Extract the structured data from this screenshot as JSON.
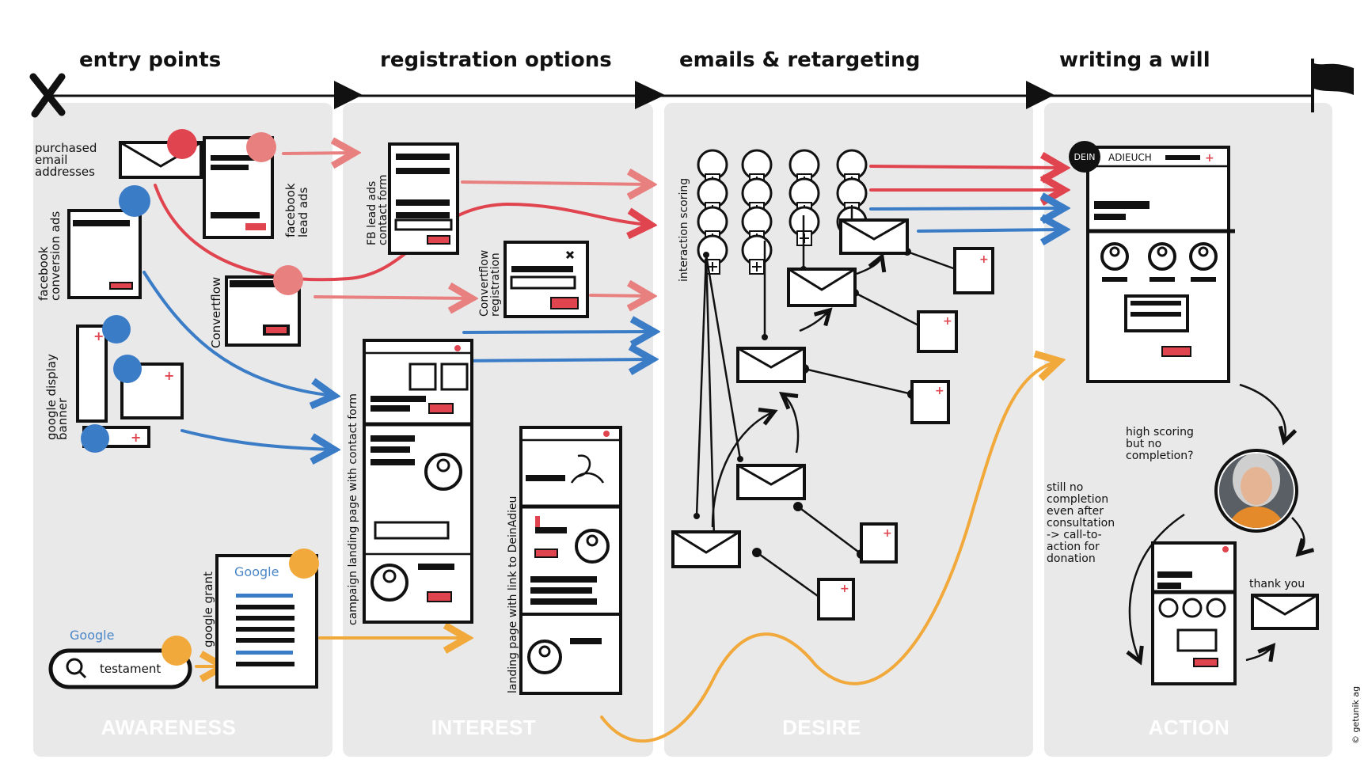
{
  "colors": {
    "red": "#e0454f",
    "salmon": "#e88080",
    "blue": "#3b7cc7",
    "orange": "#f2a93b",
    "panel": "#e9e9ea",
    "ink": "#111111"
  },
  "phases": [
    {
      "title": "entry points",
      "name": "AWARENESS"
    },
    {
      "title": "registration options",
      "name": "INTEREST"
    },
    {
      "title": "emails & retargeting",
      "name": "DESIRE"
    },
    {
      "title": "writing a will",
      "name": "ACTION"
    }
  ],
  "awareness": {
    "purchased": [
      "purchased",
      "email",
      "addresses"
    ],
    "fb_lead": [
      "facebook",
      "lead ads"
    ],
    "fb_conv": [
      "facebook",
      "conversion ads"
    ],
    "convertflow": "Convertflow",
    "google_display": [
      "google display",
      "banner"
    ],
    "google_grant": "google grant",
    "google_logo": "Google",
    "search_query": "testament"
  },
  "interest": {
    "fb_lead_form": [
      "FB lead ads",
      "contact form"
    ],
    "convertflow_reg": [
      "Convertflow",
      "registration"
    ],
    "campaign_landing": "campaign landing page with contact form",
    "landing_link": "landing page with link to DeinAdieu"
  },
  "desire": {
    "scoring_label": "interaction scoring"
  },
  "action": {
    "brand_badge": "DEIN",
    "brand_name": "ADIEUCH",
    "high_scoring": [
      "high scoring",
      "but no",
      "completion?"
    ],
    "still_no": [
      "still no",
      "completion",
      "even after",
      "consultation",
      "-> call-to-",
      "action for",
      "donation"
    ],
    "thank_you": "thank you"
  },
  "copyright": "© getunik ag",
  "icons": [
    "start-cross-icon",
    "finish-flag-icon",
    "phase-arrow-icon",
    "envelope-icon",
    "search-icon",
    "person-icon",
    "plus-icon",
    "avatar-photo"
  ]
}
